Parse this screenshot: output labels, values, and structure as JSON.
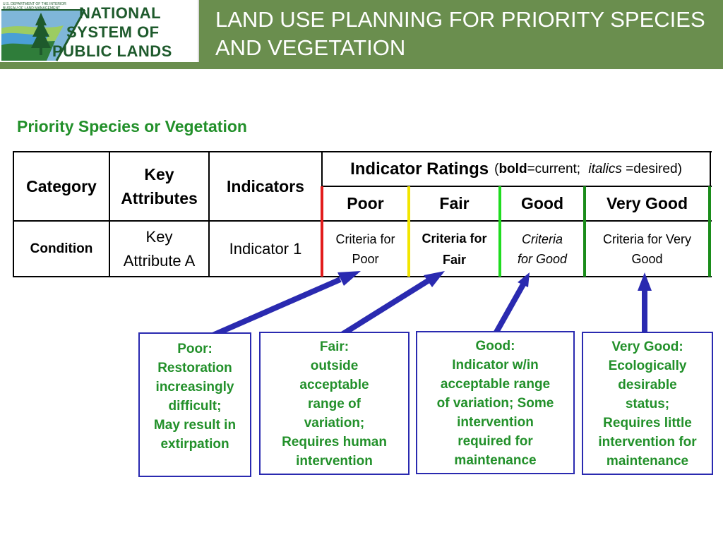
{
  "header": {
    "title": "LAND USE PLANNING FOR PRIORITY SPECIES AND VEGETATION",
    "logo": {
      "small_text": "U.S. DEPARTMENT OF THE INTERIOR BUREAU OF LAND MANAGEMENT",
      "line1": "NATIONAL",
      "line2": "SYSTEM OF",
      "line3": "PUBLIC LANDS"
    }
  },
  "subtitle": "Priority Species or Vegetation",
  "table": {
    "headers": {
      "category": "Category",
      "key_attr_1": "Key",
      "key_attr_2": "Attributes",
      "indicators": "Indicators",
      "ratings_title": "Indicator Ratings",
      "ratings_note_open": "(",
      "ratings_note_bold": "bold",
      "ratings_note_mid": "=current;",
      "ratings_note_italic": "italics",
      "ratings_note_end": "=desired)",
      "poor": "Poor",
      "fair": "Fair",
      "good": "Good",
      "very_good": "Very Good"
    },
    "row": {
      "category": "Condition",
      "key_attr_1": "Key",
      "key_attr_2": "Attribute A",
      "indicator": "Indicator 1",
      "poor_1": "Criteria for",
      "poor_2": "Poor",
      "fair_1": "Criteria for",
      "fair_2": "Fair",
      "good_1": "Criteria",
      "good_2": "for Good",
      "very_good_1": "Criteria for Very",
      "very_good_2": "Good"
    },
    "colors": {
      "poor": "#e21c1c",
      "fair": "#f2e600",
      "good": "#1fdc1f",
      "very_good": "#1a8c1a"
    }
  },
  "descriptions": {
    "poor": [
      "Poor:",
      "Restoration",
      "increasingly",
      "difficult;",
      "May result in",
      "extirpation"
    ],
    "fair": [
      "Fair:",
      "outside",
      "acceptable",
      "range of",
      "variation;",
      "Requires human",
      "intervention"
    ],
    "good": [
      "Good:",
      "Indicator w/in",
      "acceptable range",
      "of variation; Some",
      "intervention",
      "required for",
      "maintenance"
    ],
    "very_good": [
      "Very Good:",
      "Ecologically",
      "desirable",
      "status;",
      "Requires little",
      "intervention for",
      "maintenance"
    ]
  },
  "colors": {
    "header_green": "#6a8e4e",
    "subtitle_green": "#22902a",
    "arrow_blue": "#2a2ab0"
  }
}
